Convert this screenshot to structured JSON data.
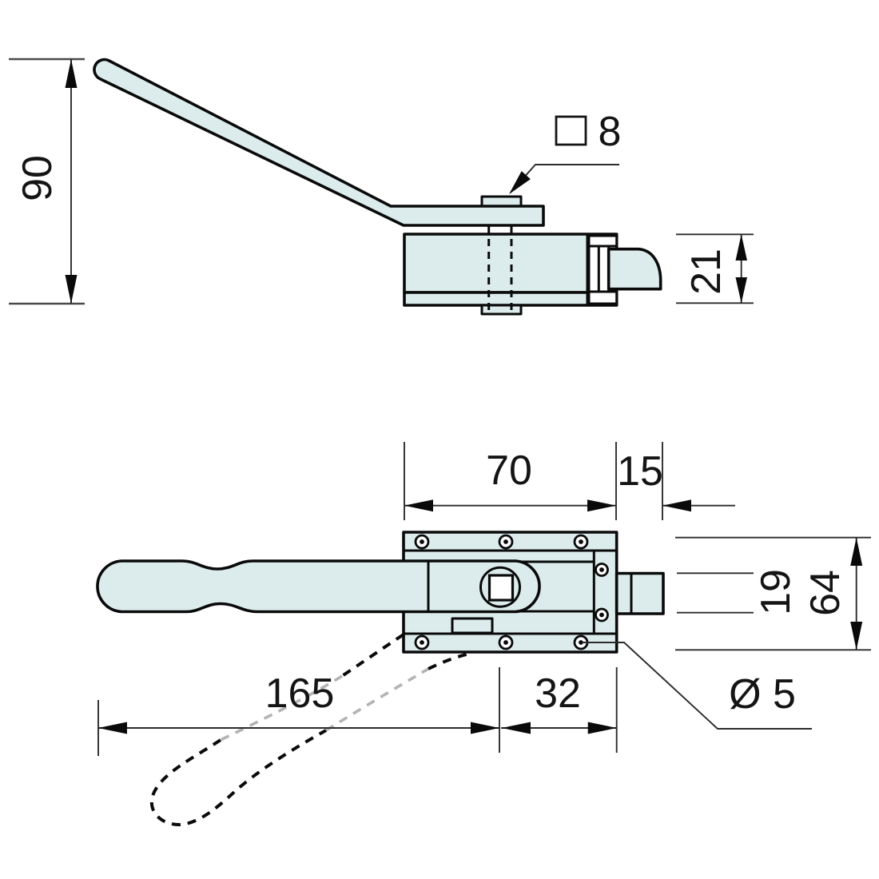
{
  "drawing": {
    "type": "technical-dimension-drawing",
    "subject": "surface-mounted door latch lock with lever handle and bolt",
    "background": "#ffffff",
    "colors": {
      "part_fill": "#dcecec",
      "outline": "#0a0a0a",
      "dimension_lines": "#2b2b2b",
      "cord_gray": "#b3b3b3",
      "text": "#141414"
    },
    "views": {
      "side_view": {
        "name": "side elevation (handle raised)",
        "dims": {
          "handle_height": "90",
          "case_thickness": "21",
          "spindle_square_size": "8"
        }
      },
      "plan_view": {
        "name": "plan view (face of lock case)",
        "dims": {
          "case_width": "70",
          "bolt_throw": "15",
          "bolt_width": "19",
          "case_height": "64",
          "handle_length": "165",
          "spindle_to_edge": "32",
          "screw_hole_diameter": "Ø 5"
        }
      }
    }
  }
}
